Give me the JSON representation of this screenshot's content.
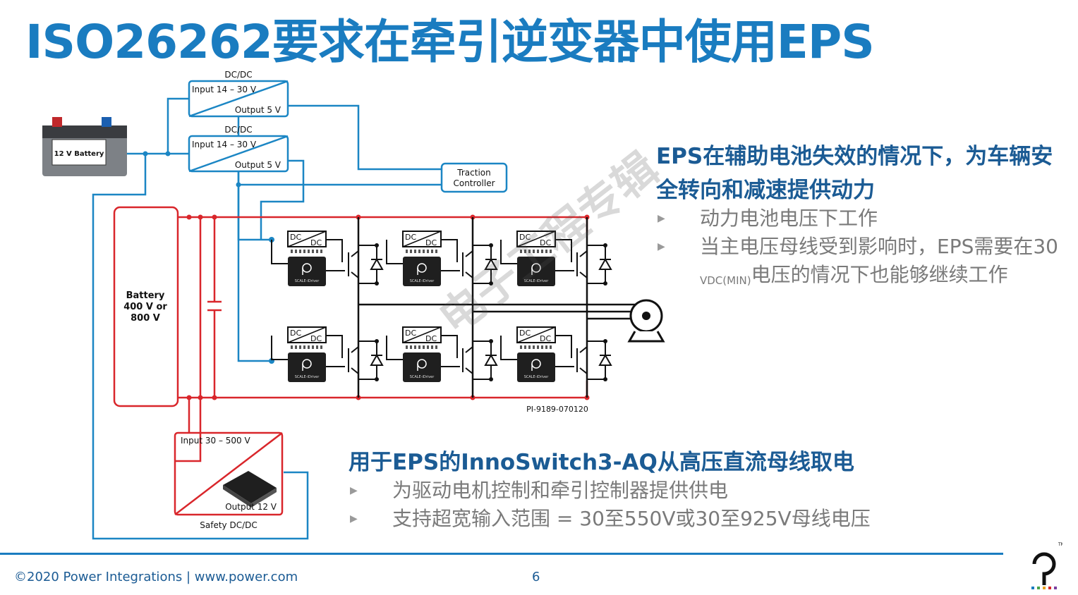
{
  "title": "ISO26262要求在牵引逆变器中使用EPS",
  "diagram": {
    "dcdc_label": "DC/DC",
    "dcdc_input": "Input 14 – 30 V",
    "dcdc_output": "Output 5 V",
    "battery_12v": "12 V Battery",
    "traction_controller": [
      "Traction",
      "Controller"
    ],
    "hv_battery": [
      "Battery",
      "400 V or",
      "800 V"
    ],
    "driver_dc": "DC",
    "driver_chip": "SCALE-iDriver",
    "figure_id": "PI-9189-070120",
    "safety_input": "Input 30 – 500 V",
    "safety_output": "Output 12 V",
    "safety_label": "Safety DC/DC"
  },
  "section1": {
    "heading": "EPS在辅助电池失效的情况下，为车辆安全转向和减速提供动力",
    "bullet1": "动力电池电压下工作",
    "bullet2_a": "当主电压母线受到影响时，EPS需要在30 ",
    "bullet2_sub": "VDC(MIN)",
    "bullet2_b": "电压的情况下也能够继续工作"
  },
  "section2": {
    "heading": "用于EPS的InnoSwitch3-AQ从高压直流母线取电",
    "bullet1": "为驱动电机控制和牵引控制器提供供电",
    "bullet2": "支持超宽输入范围 = 30至550V或30至925V母线电压"
  },
  "watermark": "电子工程专辑",
  "footer": {
    "copyright": "©2020 Power Integrations  |  www.power.com",
    "page": "6"
  },
  "colors": {
    "title_blue": "#1a7cc0",
    "heading_blue": "#1b5b94",
    "wire_blue": "#1b86c4",
    "hv_red": "#d9262b"
  },
  "arrow_icon": "triangle-right-icon",
  "logo_icon": "power-integrations-logo"
}
